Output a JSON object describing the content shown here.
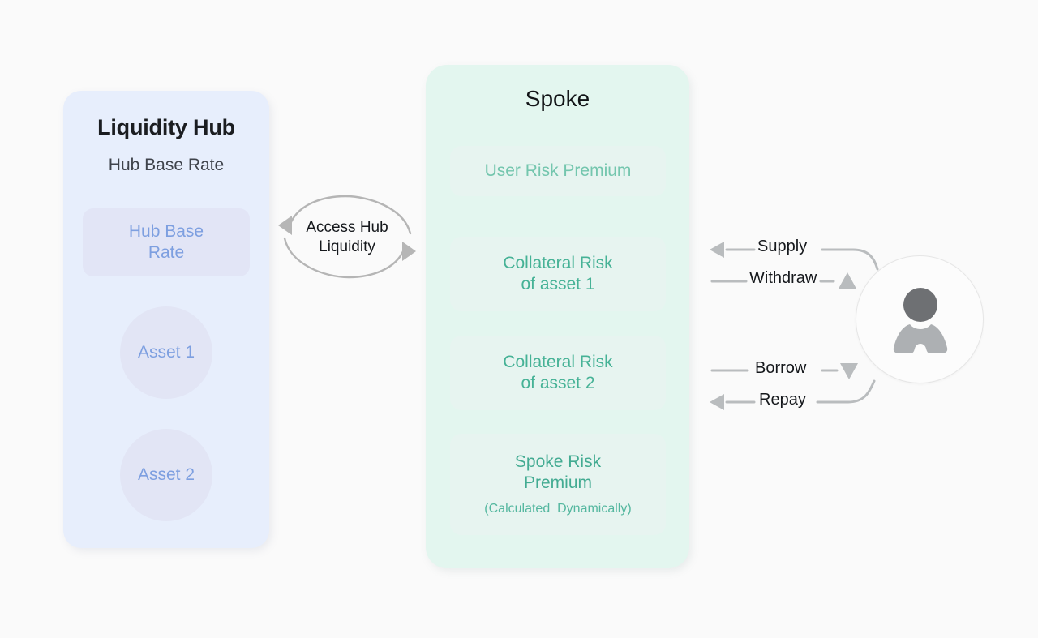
{
  "page": {
    "background_color": "#fafafa",
    "title": "Liquidity Hub and Spoke Interest Rate Diagram"
  },
  "hub": {
    "title": "Liquidity Hub",
    "subtitle": "Hub Base Rate",
    "panel_color": "#e7eefc",
    "accent_color": "#7d9fe0",
    "base_rate_card": {
      "line1": "Hub Base",
      "line2": "Rate"
    },
    "assets": [
      {
        "label": "Asset 1"
      },
      {
        "label": "Asset 2"
      }
    ]
  },
  "exchange": {
    "label_line1": "Access Hub",
    "label_line2": "Liquidity",
    "arrow_color": "#b5b5b5"
  },
  "spoke": {
    "title": "Spoke",
    "panel_color": "#e3f6ef",
    "accent_color": "#46b296",
    "cards": [
      {
        "label": "User Risk Premium",
        "sublabel": ""
      },
      {
        "label_line1": "Collateral Risk",
        "label_line2": "of asset 1"
      },
      {
        "label_line1": "Collateral Risk",
        "label_line2": "of asset 2"
      },
      {
        "label_line1": "Spoke Risk",
        "label_line2": "Premium",
        "sublabel": "(Calculated  Dynamically)"
      }
    ]
  },
  "flows": {
    "items": [
      {
        "label": "Supply",
        "direction": "left"
      },
      {
        "label": "Withdraw",
        "direction": "right"
      },
      {
        "label": "Borrow",
        "direction": "right"
      },
      {
        "label": "Repay",
        "direction": "left"
      }
    ],
    "line_color": "#b9bcbe"
  },
  "user": {
    "icon": "user-avatar-icon",
    "circle_color": "#fcfcfc",
    "head_color": "#6e7073",
    "body_color": "#adb0b3"
  }
}
